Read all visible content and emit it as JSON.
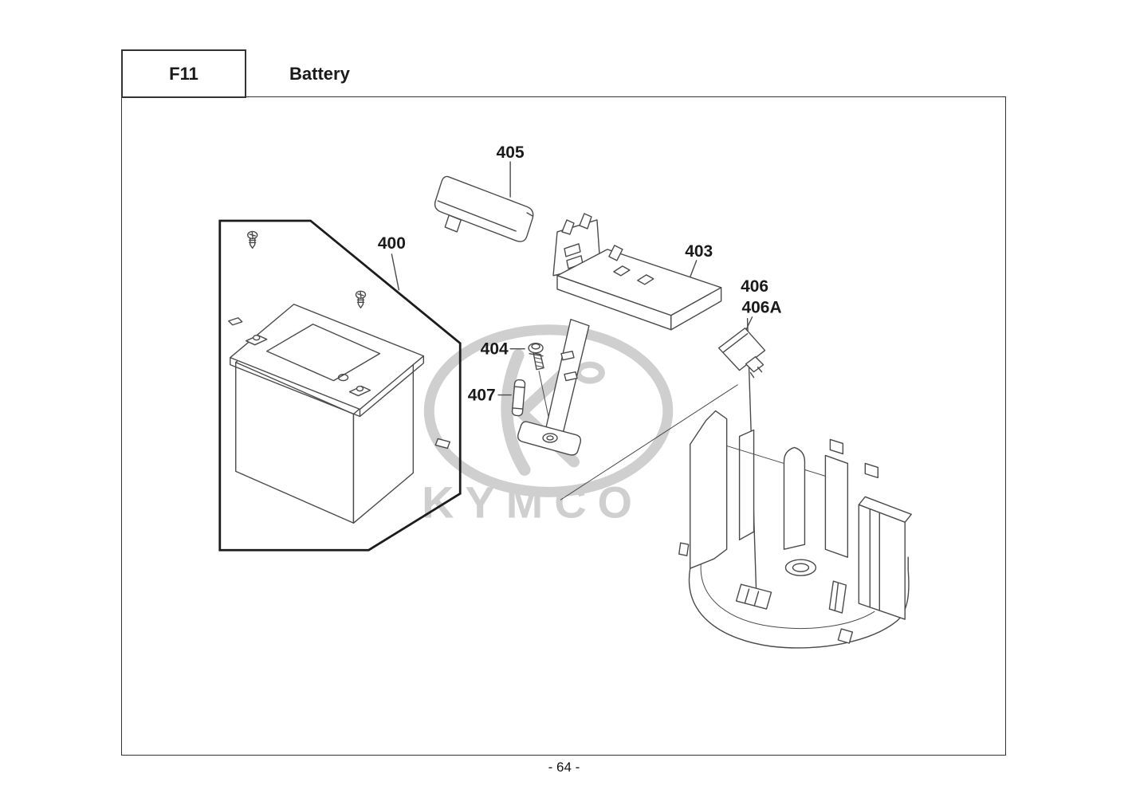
{
  "page": {
    "code": "F11",
    "title": "Battery",
    "page_number": "- 64 -",
    "watermark": "KYMCO"
  },
  "parts": {
    "battery": "400",
    "bracket": "403",
    "bolt": "404",
    "cover": "405",
    "relay": "406",
    "relay_variant": "406A",
    "fuse": "407"
  },
  "colors": {
    "line": "#4a4a4a",
    "bold_line": "#1c1c1c",
    "frame": "#333333",
    "text": "#1a1a1a",
    "watermark": "#cfcfcf"
  }
}
